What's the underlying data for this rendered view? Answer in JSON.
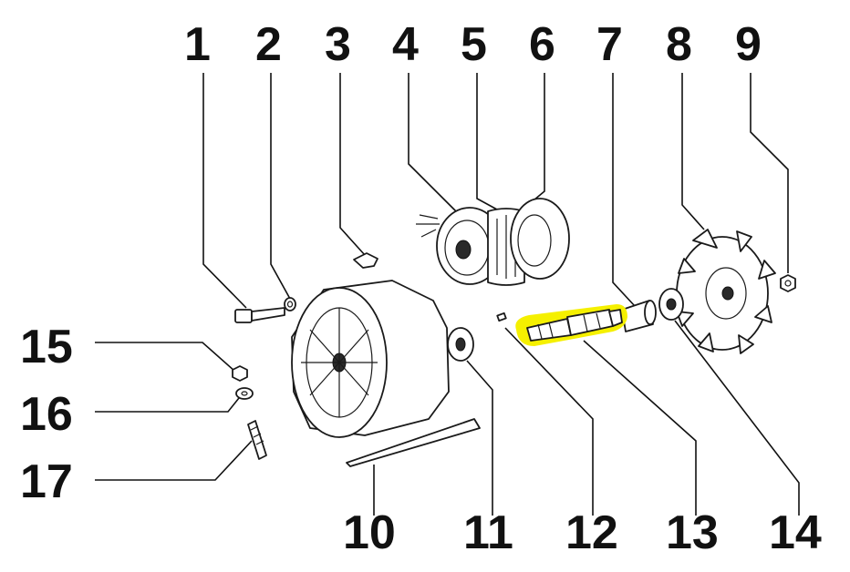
{
  "callouts": [
    {
      "id": "1",
      "label": "1"
    },
    {
      "id": "2",
      "label": "2"
    },
    {
      "id": "3",
      "label": "3"
    },
    {
      "id": "4",
      "label": "4"
    },
    {
      "id": "5",
      "label": "5"
    },
    {
      "id": "6",
      "label": "6"
    },
    {
      "id": "7",
      "label": "7"
    },
    {
      "id": "8",
      "label": "8"
    },
    {
      "id": "9",
      "label": "9"
    },
    {
      "id": "10",
      "label": "10"
    },
    {
      "id": "11",
      "label": "11"
    },
    {
      "id": "12",
      "label": "12"
    },
    {
      "id": "13",
      "label": "13"
    },
    {
      "id": "14",
      "label": "14"
    },
    {
      "id": "15",
      "label": "15"
    },
    {
      "id": "16",
      "label": "16"
    },
    {
      "id": "17",
      "label": "17"
    }
  ],
  "highlight": {
    "part": "13",
    "color": "#f5f000"
  },
  "colors": {
    "line": "#111111",
    "background": "#ffffff"
  }
}
